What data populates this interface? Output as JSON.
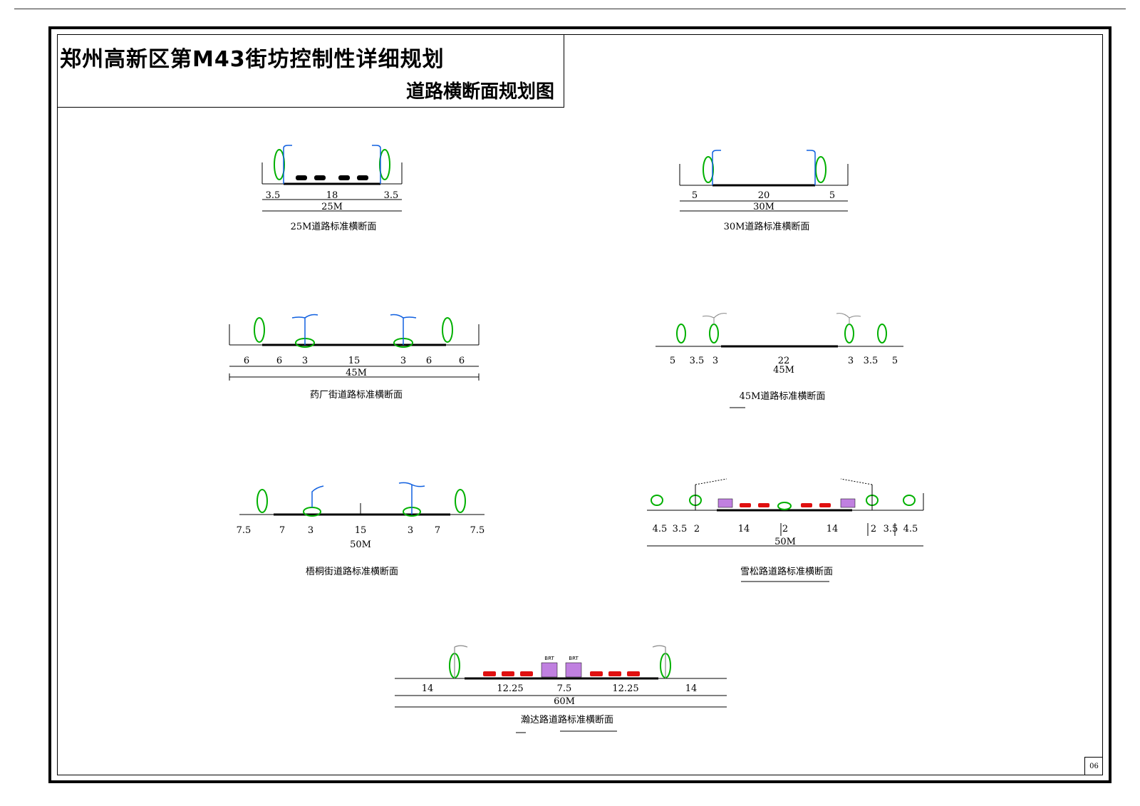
{
  "title_block": {
    "main_title": "郑州高新区第M43街坊控制性详细规划",
    "sub_title": "道路横断面规划图"
  },
  "page_number": "06",
  "sections": [
    {
      "caption": "25M道路标准横断面",
      "dims": [
        "3.5",
        "18",
        "3.5"
      ],
      "total": "25M"
    },
    {
      "caption": "30M道路标准横断面",
      "dims": [
        "5",
        "20",
        "5"
      ],
      "total": "30M"
    },
    {
      "caption": "药厂街道路标准横断面",
      "dims": [
        "6",
        "6",
        "3",
        "15",
        "3",
        "6",
        "6"
      ],
      "total": "45M"
    },
    {
      "caption": "45M道路标准横断面",
      "dims": [
        "5",
        "3.5",
        "3",
        "22",
        "3",
        "3.5",
        "5"
      ],
      "total": "45M"
    },
    {
      "caption": "梧桐街道路标准横断面",
      "dims": [
        "7.5",
        "7",
        "3",
        "15",
        "3",
        "7",
        "7.5"
      ],
      "total": "50M"
    },
    {
      "caption": "雪松路道路标准横断面",
      "dims": [
        "4.5",
        "3.5",
        "2",
        "14",
        "2",
        "14",
        "2",
        "3.5",
        "4.5"
      ],
      "total": "50M"
    },
    {
      "caption": "瀚达路道路标准横断面",
      "dims": [
        "14",
        "12.25",
        "7.5",
        "12.25",
        "14"
      ],
      "total": "60M",
      "bus_labels": [
        "BRT",
        "BRT"
      ]
    }
  ],
  "colors": {
    "tree": "#00b000",
    "lamp": "#1060e0",
    "car_red": "#e01010",
    "bus_purple": "#a040d0",
    "line": "#000000"
  }
}
